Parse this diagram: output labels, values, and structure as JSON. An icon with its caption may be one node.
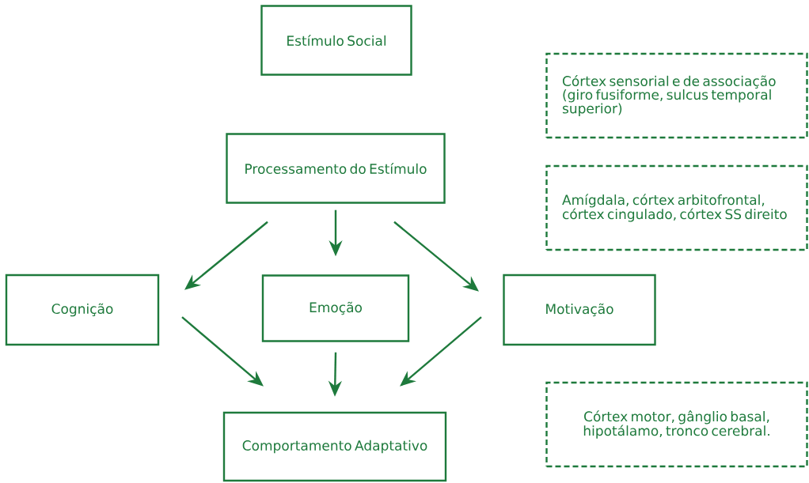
{
  "diagram": {
    "nodes": [
      {
        "text": [
          "Estímulo Social"
        ]
      },
      {
        "text": [
          "Processamento do Estímulo"
        ]
      },
      {
        "text": [
          "Cognição"
        ]
      },
      {
        "text": [
          "Emoção"
        ]
      },
      {
        "text": [
          "Motivação"
        ]
      },
      {
        "text": [
          "Comportamento Adaptativo"
        ]
      },
      {
        "text": [
          "Córtex sensorial e de associação (giro fusiforme, sulcus temporal superior)"
        ]
      },
      {
        "text": [
          "Amígdala, córtex arbitofrontal, córtex cingulado, córtex SS direito"
        ]
      },
      {
        "text": [
          "Córtex motor, gânglio basal, hipotálamo, tronco cerebral."
        ]
      }
    ],
    "edges": [
      {
        "from": 1,
        "to": 2,
        "arrow": "to"
      },
      {
        "from": 1,
        "to": 3,
        "arrow": "to"
      },
      {
        "from": 1,
        "to": 4,
        "arrow": "to"
      },
      {
        "from": 2,
        "to": 5,
        "arrow": "to"
      },
      {
        "from": 3,
        "to": 5,
        "arrow": "to"
      },
      {
        "from": 4,
        "to": 5,
        "arrow": "to"
      }
    ]
  }
}
